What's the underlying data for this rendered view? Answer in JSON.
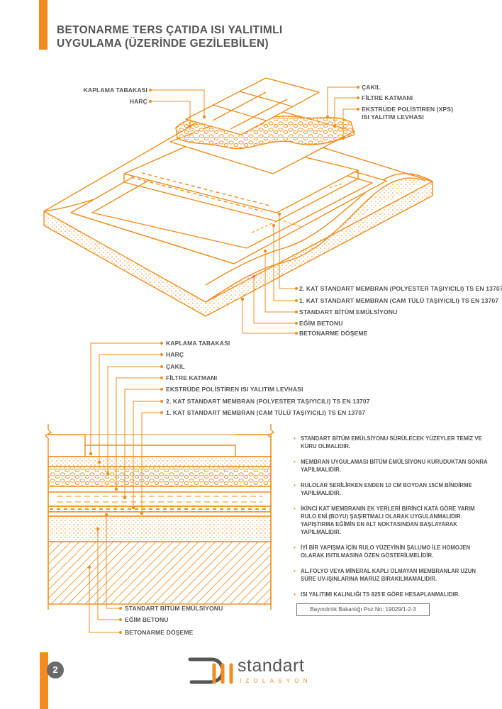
{
  "title": {
    "line1": "BETONARME TERS ÇATIDA ISI YALITIMLI",
    "line2": "UYGULAMA (ÜZERİNDE GEZİLEBİLEN)"
  },
  "top_diagram": {
    "left_labels": [
      "KAPLAMA TABAKASI",
      "HARÇ"
    ],
    "right_labels": [
      "ÇAKIL",
      "FİLTRE KATMANI",
      "EKSTRÜDE POLİSTİREN (XPS)",
      "ISI YALITIM LEVHASI"
    ],
    "bottom_labels": [
      "2. KAT STANDART MEMBRAN (POLYESTER TAŞIYICILI) TS EN 13707",
      "1. KAT STANDART MEMBRAN (CAM TÜLÜ TAŞIYICILI) TS EN 13707",
      "STANDART BİTÜM EMÜLSİYONU",
      "EĞİM BETONU",
      "BETONARME DÖŞEME"
    ]
  },
  "section_diagram": {
    "top_labels": [
      "KAPLAMA TABAKASI",
      "HARÇ",
      "ÇAKIL",
      "FİLTRE KATMANI",
      "EKSTRÜDE POLİSTİREN ISI YALITIM LEVHASI",
      "2. KAT STANDART MEMBRAN (POLYESTER TAŞIYICILI) TS EN 13707",
      "1. KAT STANDART MEMBRAN (CAM TÜLÜ TAŞIYICILI) TS EN 13707"
    ],
    "bottom_labels": [
      "STANDART BİTÜM EMÜLSİYONU",
      "EĞİM BETONU",
      "BETONARME DÖŞEME"
    ]
  },
  "notes": [
    "STANDART BİTÜM EMÜLSİYONU SÜRÜLECEK YÜZEYLER TEMİZ VE KURU OLMALIDIR.",
    "MEMBRAN UYGULAMASI BİTÜM EMÜLSİYONU KURUDUKTAN SONRA YAPILMALIDIR.",
    "RULOLAR SERİLİRKEN ENDEN 10 cm BOYDAN 15cm BİNDİRME YAPILMALIDIR.",
    "İKİNCİ KAT MEMBRANIN EK YERLERİ BİRİNCİ KATA GÖRE YARIM RULO ENİ (BOYU) ŞAŞIRTMALI OLARAK UYGULANMALIDIR. YAPIŞTIRMA EĞİMİN EN ALT NOKTASINDAN BAŞLAYARAK YAPILMALIDIR.",
    "İYİ BİR YAPIŞMA İÇİN RULO YÜZEYİNİN ŞALUMO İLE HOMOJEN OLARAK ISITILMASINA ÖZEN GÖSTERİLMELİDİR.",
    "AL.FOLYO veya MİNERAL KAPLI OLMAYAN MEMBRANLAR UZUN SÜRE UV-IŞINLARINA MARUZ BIRAKILMAMALIDIR.",
    "ISI YALITIMI KALINLIĞI TS 825'E GÖRE HESAPLANMALIDIR."
  ],
  "reference": "Bayındırlık Bakanlığı Poz No: 19029/1-2-3",
  "page_number": "2",
  "brand": {
    "name": "standart",
    "sub": "İZOLASYON"
  },
  "colors": {
    "accent": "#f28c1e",
    "text": "#555555"
  }
}
